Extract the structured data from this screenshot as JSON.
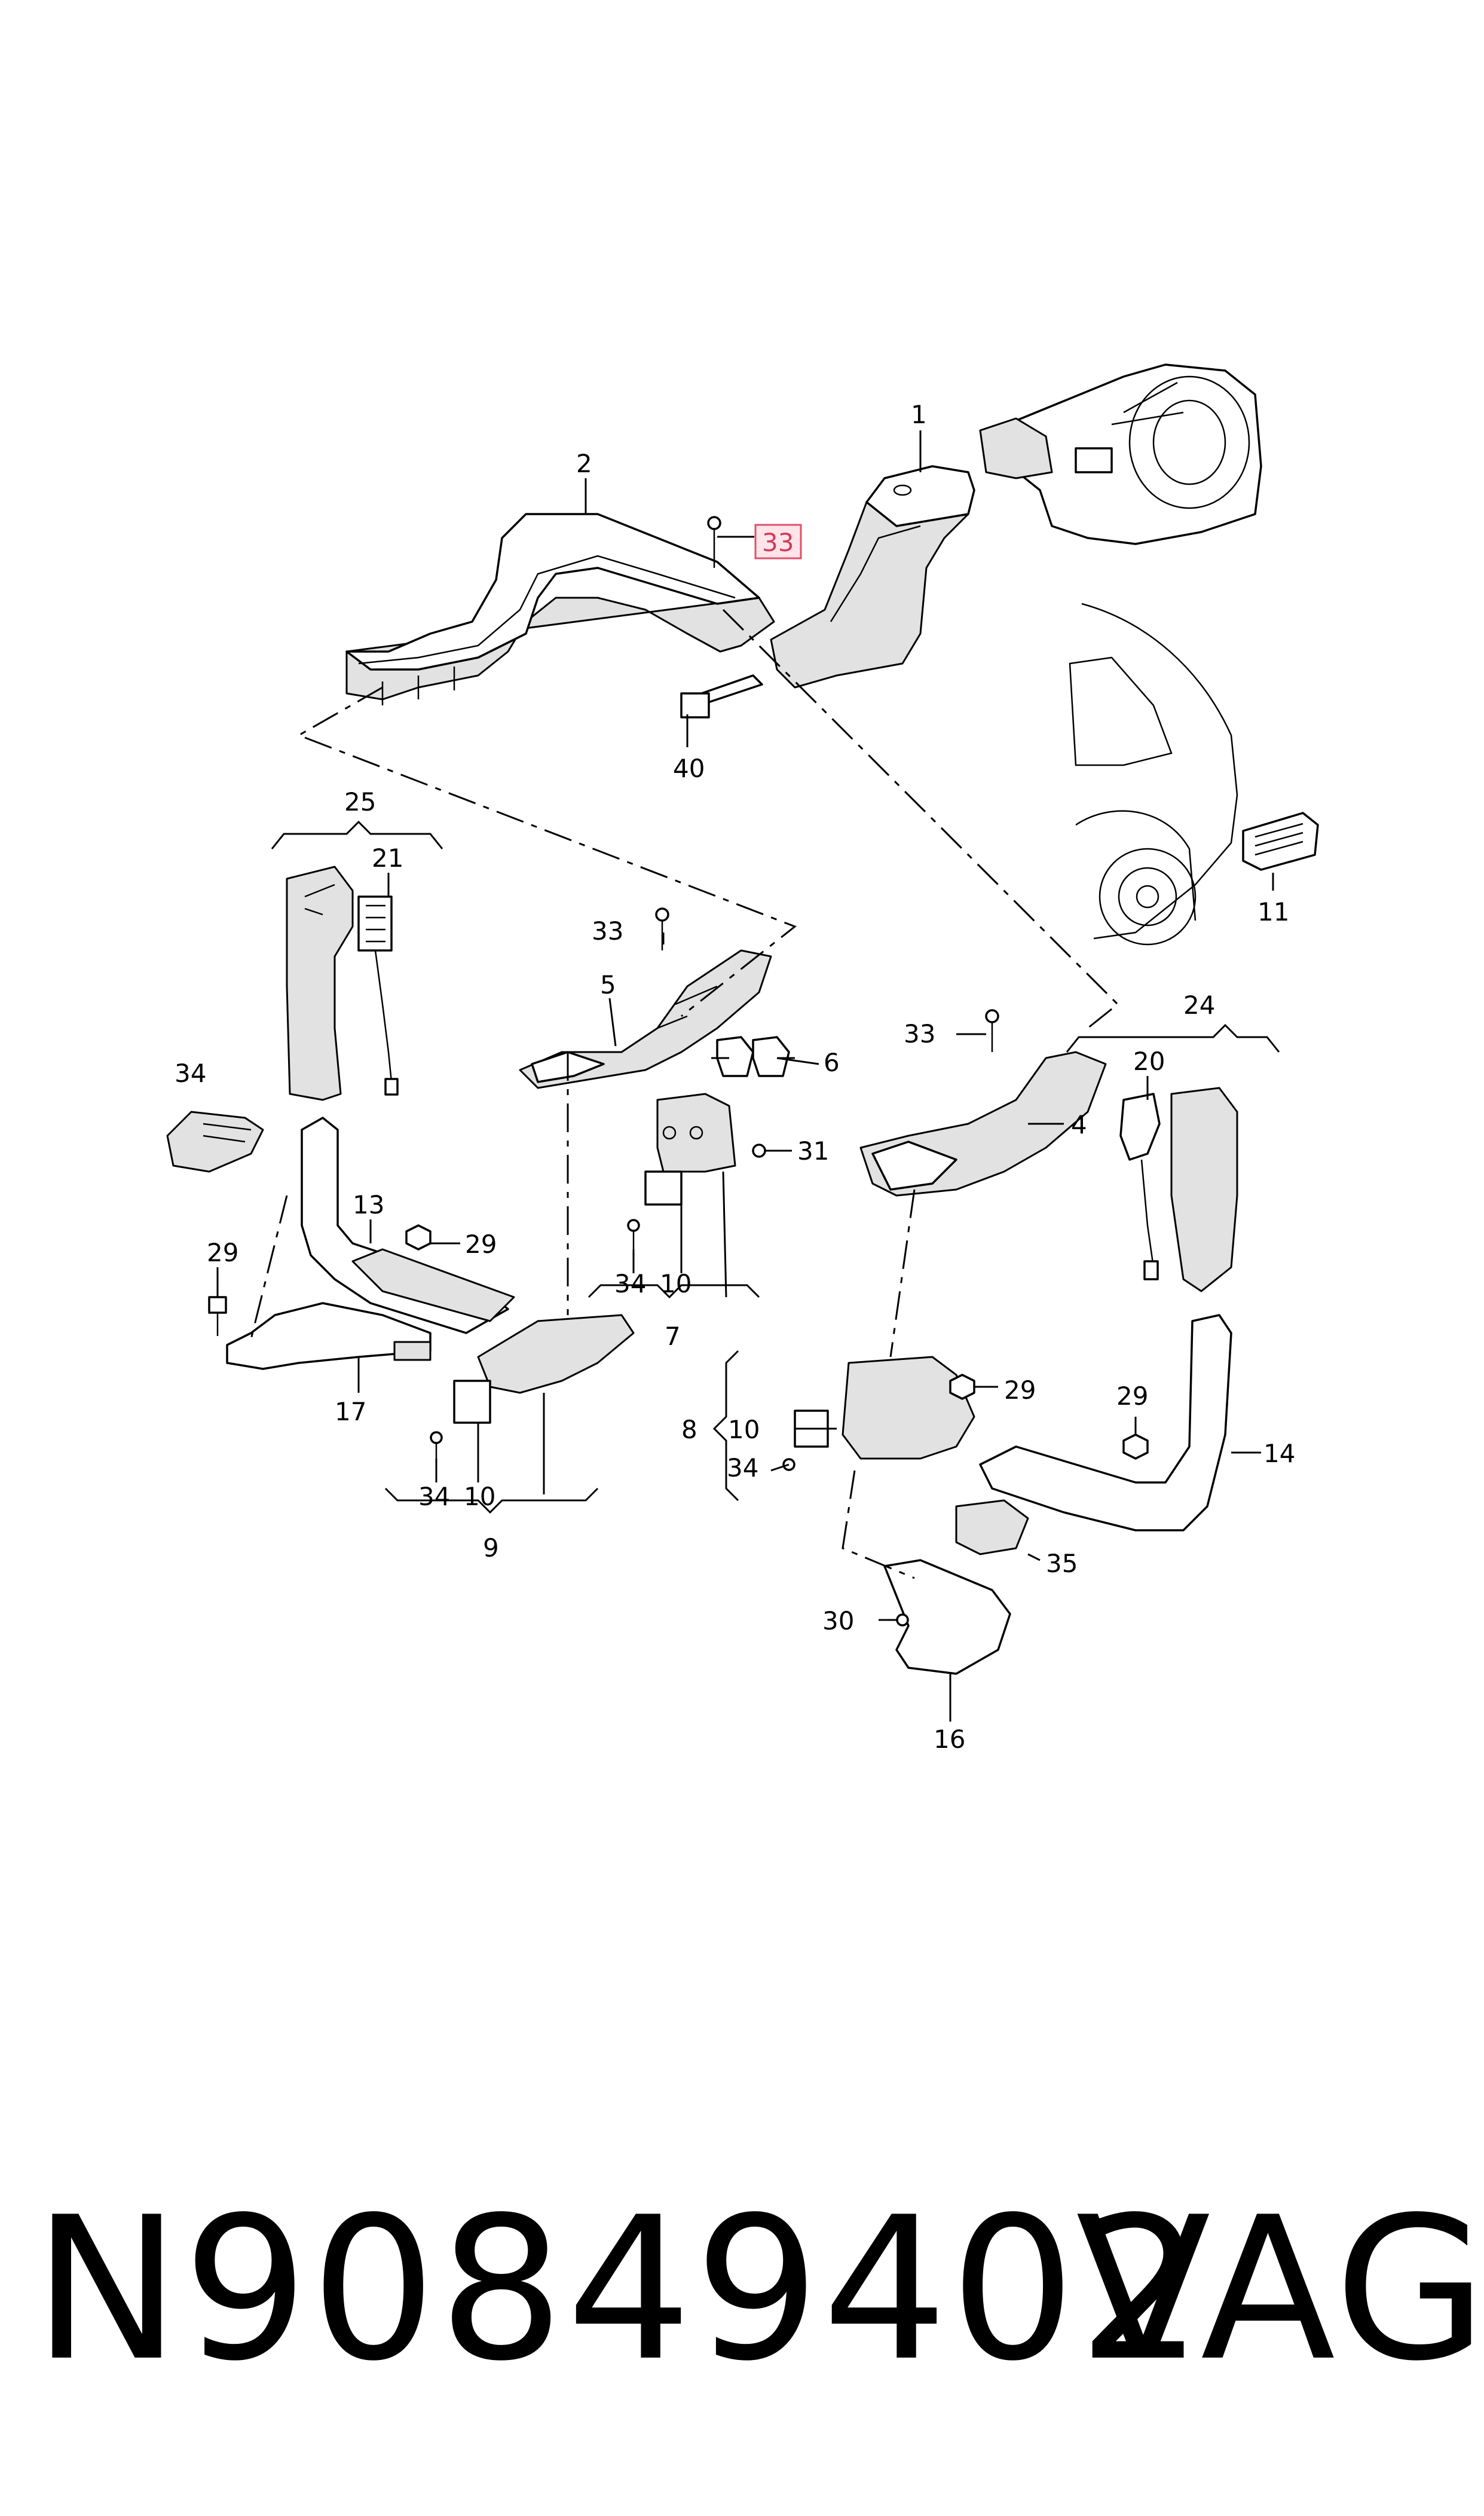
{
  "callouts": {
    "c1": "1",
    "c2": "2",
    "c33_highlight": "33",
    "c40": "40",
    "c11": "11",
    "c25": "25",
    "c21": "21",
    "c33_upper": "33",
    "c5": "5",
    "c6": "6",
    "c33_right": "33",
    "c24": "24",
    "c20": "20",
    "c4": "4",
    "c31": "31",
    "c34_left": "34",
    "c13": "13",
    "c29_mid": "29",
    "c29_left": "29",
    "c17": "17",
    "c34_center": "34",
    "c10_center": "10",
    "c7": "7",
    "c8": "8",
    "c10_right": "10",
    "c34_right": "34",
    "c29_center": "29",
    "c29_right": "29",
    "c14": "14",
    "c34_bottom": "34",
    "c10_bottom": "10",
    "c9": "9",
    "c35": "35",
    "c30": "30",
    "c16": "16"
  },
  "footer": {
    "part_number": "N90849402",
    "brand": "VAG"
  },
  "colors": {
    "highlight_fill": "#ffe4ea",
    "highlight_stroke": "#e0506a",
    "highlight_text": "#d43a58",
    "part_shade": "#e2e2e2"
  }
}
